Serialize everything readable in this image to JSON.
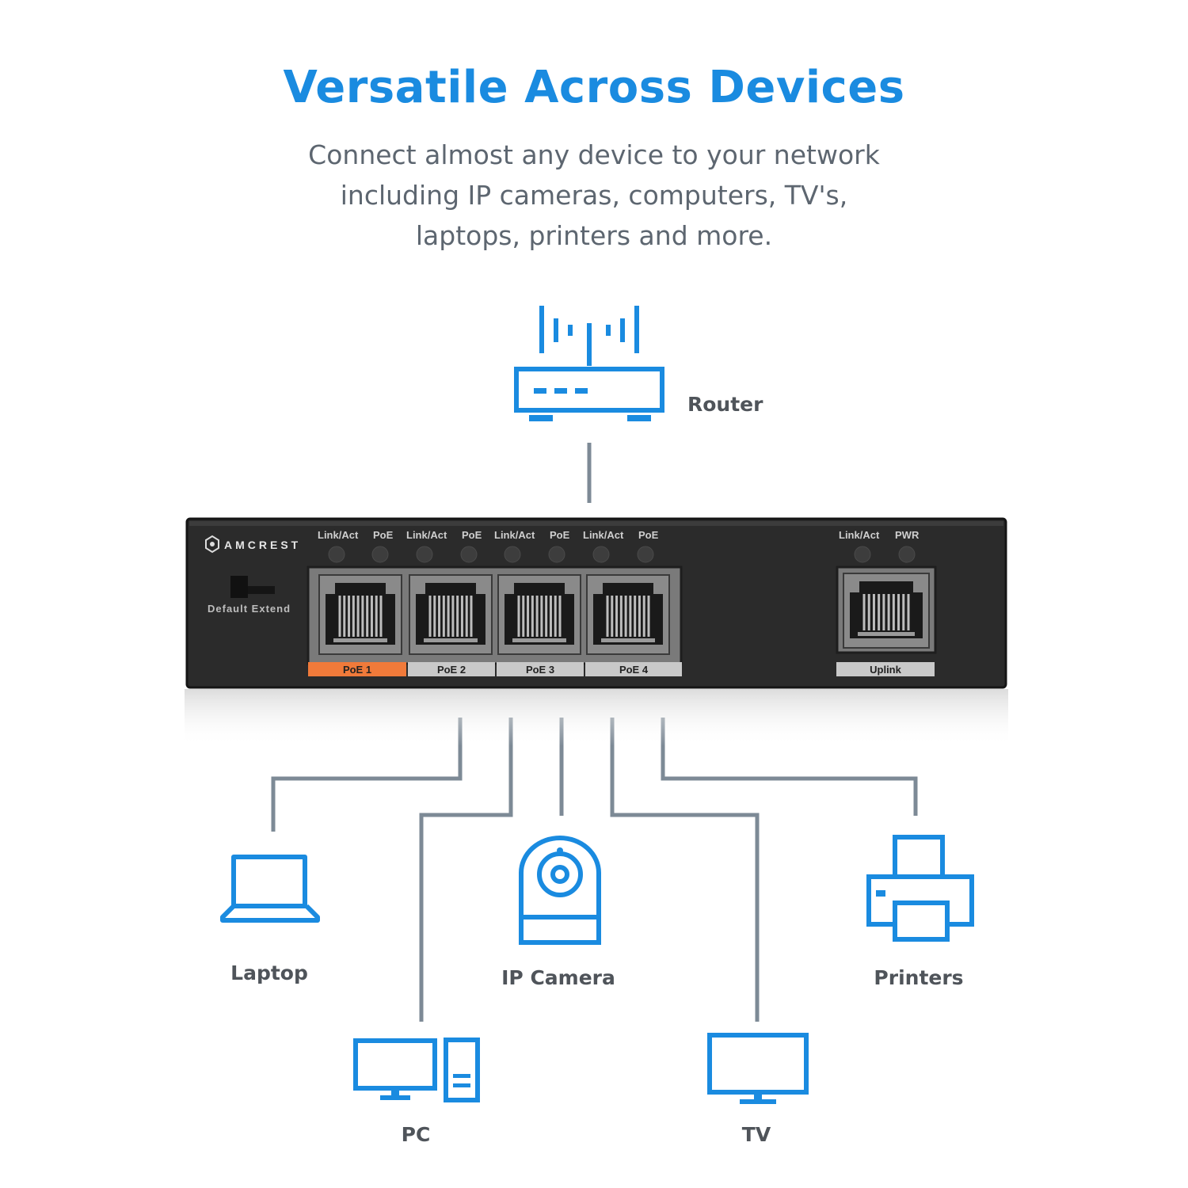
{
  "header": {
    "title": "Versatile Across Devices",
    "subtitle_lines": [
      "Connect almost any device to your network",
      "including IP cameras, computers, TV's,",
      "laptops, printers and more."
    ]
  },
  "devices": {
    "router": "Router",
    "laptop": "Laptop",
    "pc": "PC",
    "ip_camera": "IP Camera",
    "tv": "TV",
    "printers": "Printers"
  },
  "switch": {
    "brand": "AMCREST",
    "reset_label": "Default Extend",
    "led_labels": [
      "Link/Act",
      "PoE",
      "Link/Act",
      "PoE",
      "Link/Act",
      "PoE",
      "Link/Act",
      "PoE"
    ],
    "uplink_led_labels": [
      "Link/Act",
      "PWR"
    ],
    "port_labels": [
      "PoE 1",
      "PoE 2",
      "PoE 3",
      "PoE 4"
    ],
    "uplink_label": "Uplink"
  },
  "colors": {
    "icon_blue": "#1a8be0",
    "wire_gray": "#7d8a96",
    "switch_body": "#2a2a2a",
    "poe1_highlight": "#f07a3a",
    "port_label_gray": "#c9c9c9"
  },
  "icons": [
    "router-icon",
    "laptop-icon",
    "pc-icon",
    "ip-camera-icon",
    "tv-icon",
    "printer-icon",
    "amcrest-logo-icon"
  ]
}
